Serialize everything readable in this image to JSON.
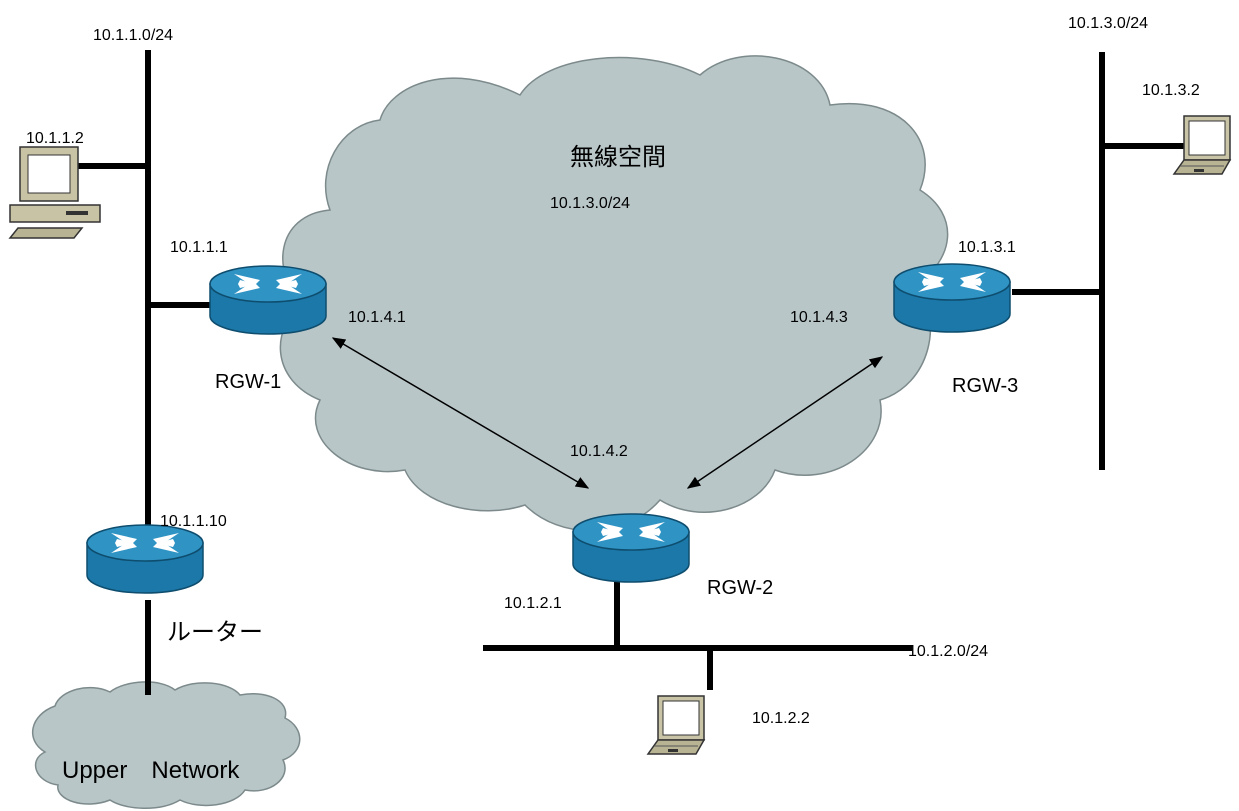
{
  "subnets": {
    "net1": "10.1.1.0/24",
    "net3": "10.1.3.0/24",
    "net2": "10.1.2.0/24",
    "wireless": "10.1.3.0/24"
  },
  "cloud": {
    "label": "無線空間"
  },
  "upper_network": {
    "label": "Upper　Network"
  },
  "devices": {
    "pc1": {
      "ip": "10.1.1.2"
    },
    "laptop3": {
      "ip": "10.1.3.2"
    },
    "laptop2": {
      "ip": "10.1.2.2"
    },
    "rgw1": {
      "name": "RGW-1",
      "lan_ip": "10.1.1.1",
      "wlan_ip": "10.1.4.1"
    },
    "rgw2": {
      "name": "RGW-2",
      "lan_ip": "10.1.2.1",
      "wlan_ip": "10.1.4.2"
    },
    "rgw3": {
      "name": "RGW-3",
      "lan_ip": "10.1.3.1",
      "wlan_ip": "10.1.4.3"
    },
    "router": {
      "name": "ルーター",
      "ip": "10.1.1.10"
    }
  },
  "colors": {
    "cloud_fill": "#b9c6c8",
    "cloud_stroke": "#7c8a8c",
    "router_top": "#2d8dbd",
    "router_side": "#1b78a8",
    "laptop_fill": "#c8c3a4",
    "line": "#000000"
  },
  "icons": [
    "router-icon",
    "desktop-pc-icon",
    "laptop-icon",
    "cloud-icon"
  ]
}
